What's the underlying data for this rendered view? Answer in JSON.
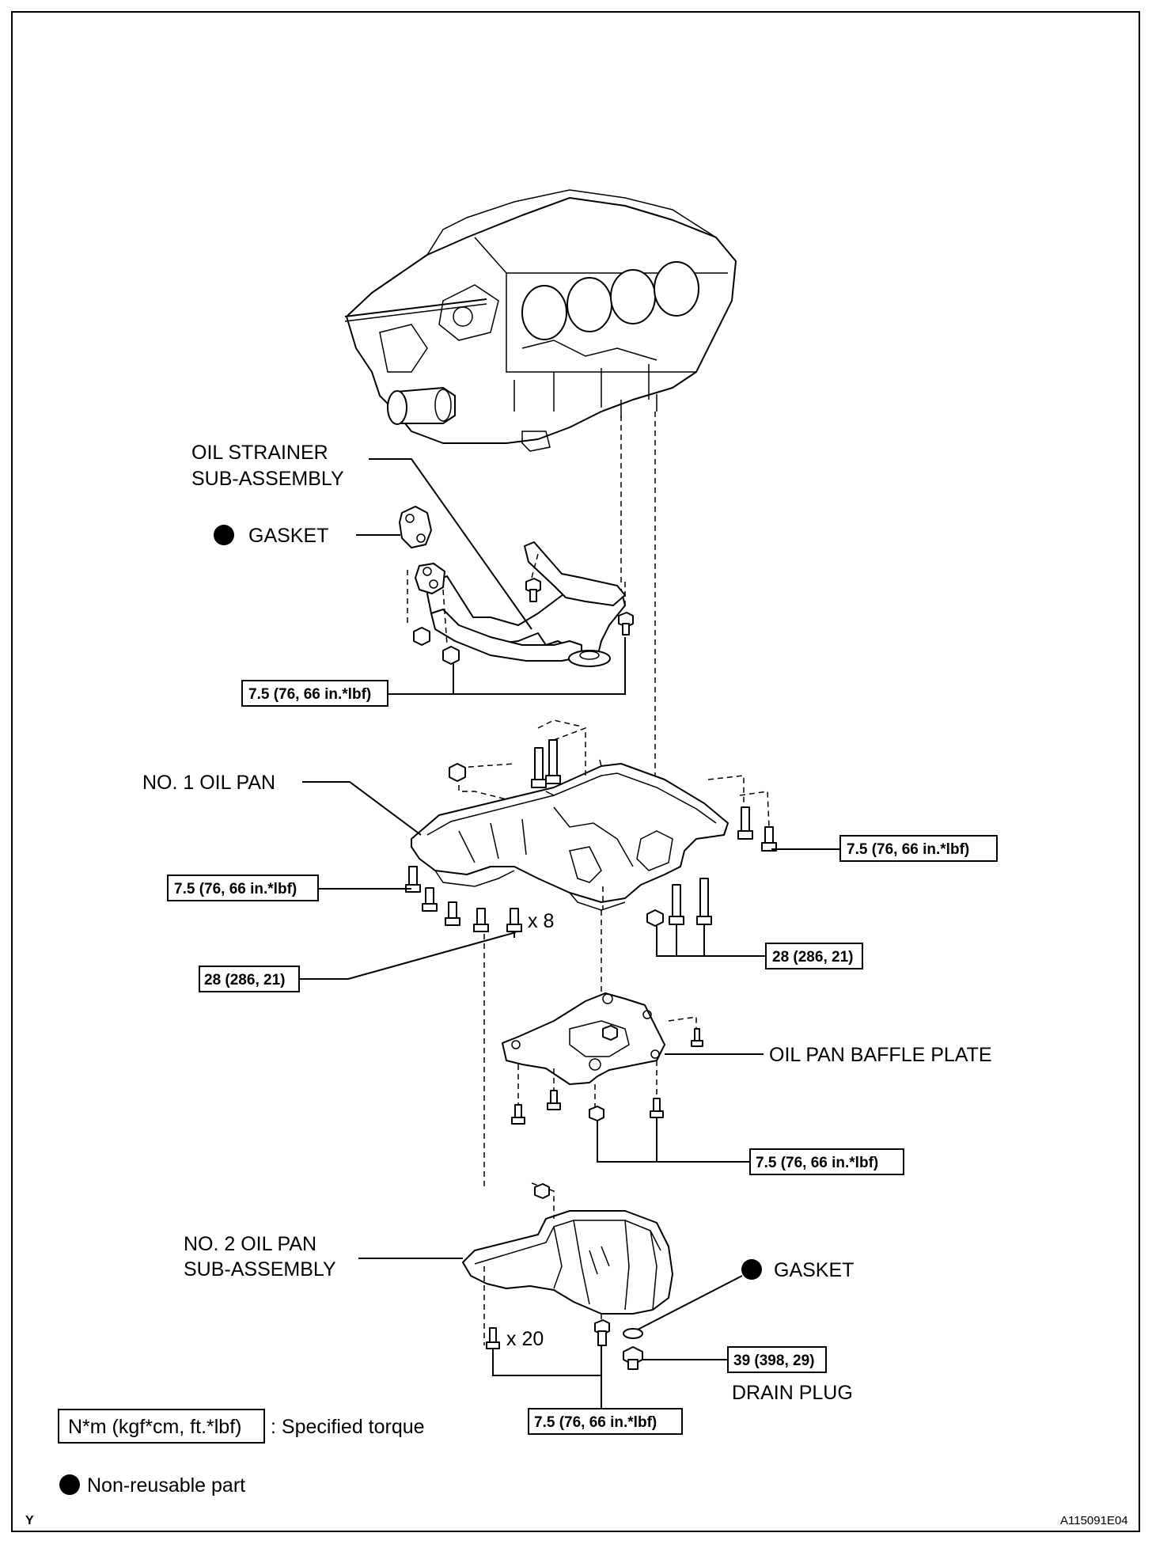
{
  "labels": {
    "oil_strainer_l1": "OIL STRAINER",
    "oil_strainer_l2": "SUB-ASSEMBLY",
    "gasket": "GASKET",
    "no1_oil_pan": "NO. 1 OIL PAN",
    "x8": "x 8",
    "baffle_plate": "OIL PAN BAFFLE PLATE",
    "no2_oil_pan_l1": "NO. 2 OIL PAN",
    "no2_oil_pan_l2": "SUB-ASSEMBLY",
    "x20": "x 20",
    "drain_plug": "DRAIN PLUG"
  },
  "torques": {
    "strainer_bolts": "7.5 (76, 66 in.*lbf)",
    "pan1_right": "7.5 (76, 66 in.*lbf)",
    "pan1_left": "7.5 (76, 66 in.*lbf)",
    "pan1_bottom_right": "28 (286, 21)",
    "pan1_bottom_left": "28 (286, 21)",
    "baffle_bolts": "7.5 (76, 66 in.*lbf)",
    "drain_plug": "39 (398, 29)",
    "pan2_bolts": "7.5 (76, 66 in.*lbf)"
  },
  "legend": {
    "torque_unit": "N*m (kgf*cm, ft.*lbf)",
    "torque_desc": ": Specified torque",
    "non_reusable": "Non-reusable part"
  },
  "footer": {
    "left_code": "Y",
    "figure_id": "A115091E04"
  }
}
